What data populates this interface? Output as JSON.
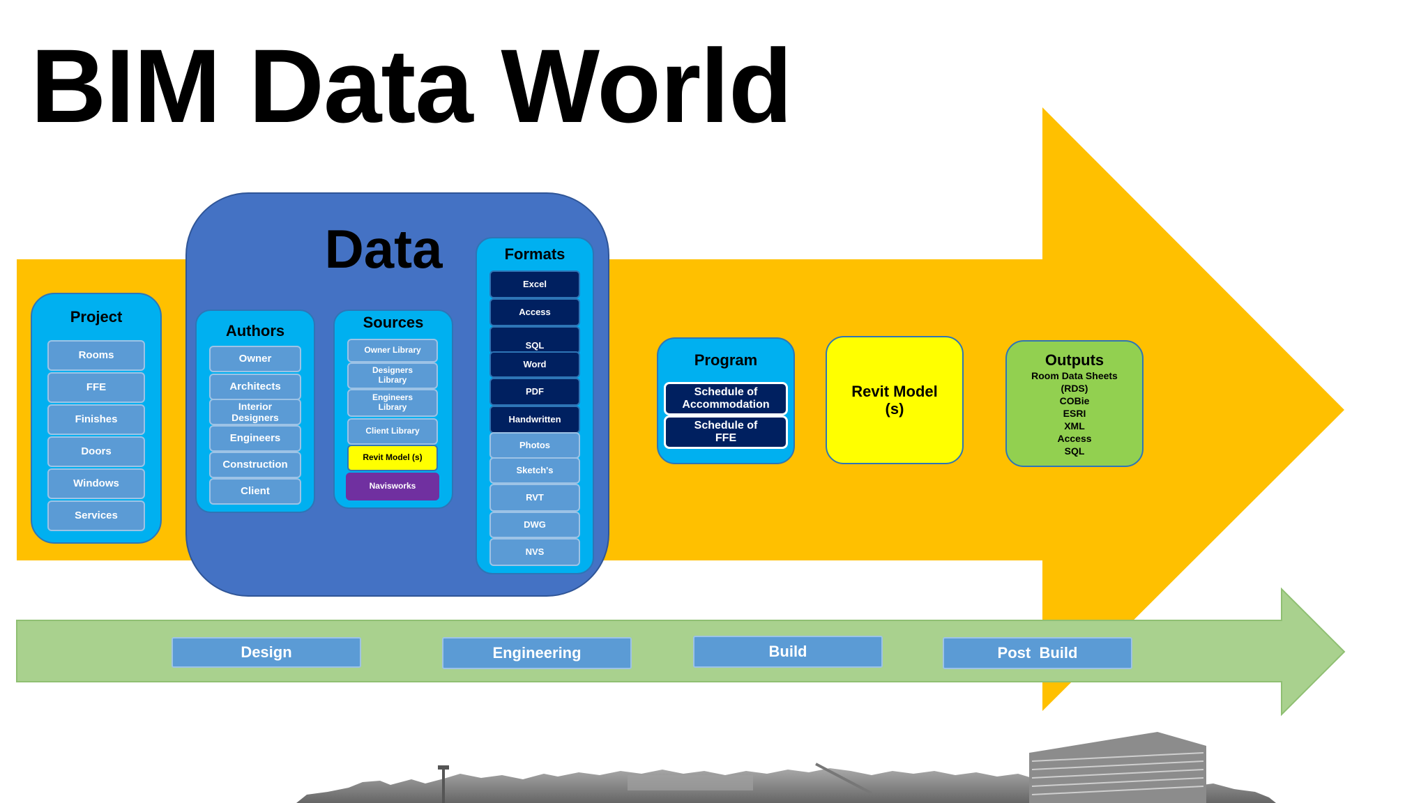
{
  "title": "BIM Data World",
  "data_heading": "Data",
  "project": {
    "heading": "Project",
    "items": [
      "Rooms",
      "FFE",
      "Finishes",
      "Doors",
      "Windows",
      "Services"
    ]
  },
  "authors": {
    "heading": "Authors",
    "items": [
      "Owner",
      "Architects",
      "Interior Designers",
      "Engineers",
      "Construction",
      "Client"
    ]
  },
  "sources": {
    "heading": "Sources",
    "items": [
      "Owner Library",
      "Designers Library",
      "Engineers Library",
      "Client Library",
      "Revit Model (s)",
      "Navisworks"
    ]
  },
  "formats": {
    "heading": "Formats",
    "items": [
      "Excel",
      "Access",
      "SQL",
      "Word",
      "PDF",
      "Handwritten",
      "Photos",
      "Sketch's",
      "RVT",
      "DWG",
      "NVS"
    ]
  },
  "program": {
    "heading": "Program",
    "items": [
      "Schedule of Accommodation",
      "Schedule of FFE"
    ]
  },
  "revit_model": "Revit Model (s)",
  "outputs": {
    "heading": "Outputs",
    "lines": [
      "Room Data Sheets",
      "(RDS)",
      "COBie",
      "ESRI",
      "XML",
      "Access",
      "SQL"
    ]
  },
  "stages": [
    "Design",
    "Engineering",
    "Build",
    "Post  Build"
  ],
  "colors": {
    "big_arrow": "#ffc000",
    "stage_arrow": "#a9d18e",
    "data_container": "#4472c4",
    "panel": "#00b0f0",
    "light_box": "#5b9bd5",
    "dark_box": "#002060",
    "revit_yellow": "#ffff00",
    "navisworks_purple": "#7030a0",
    "outputs_green": "#92d050"
  }
}
